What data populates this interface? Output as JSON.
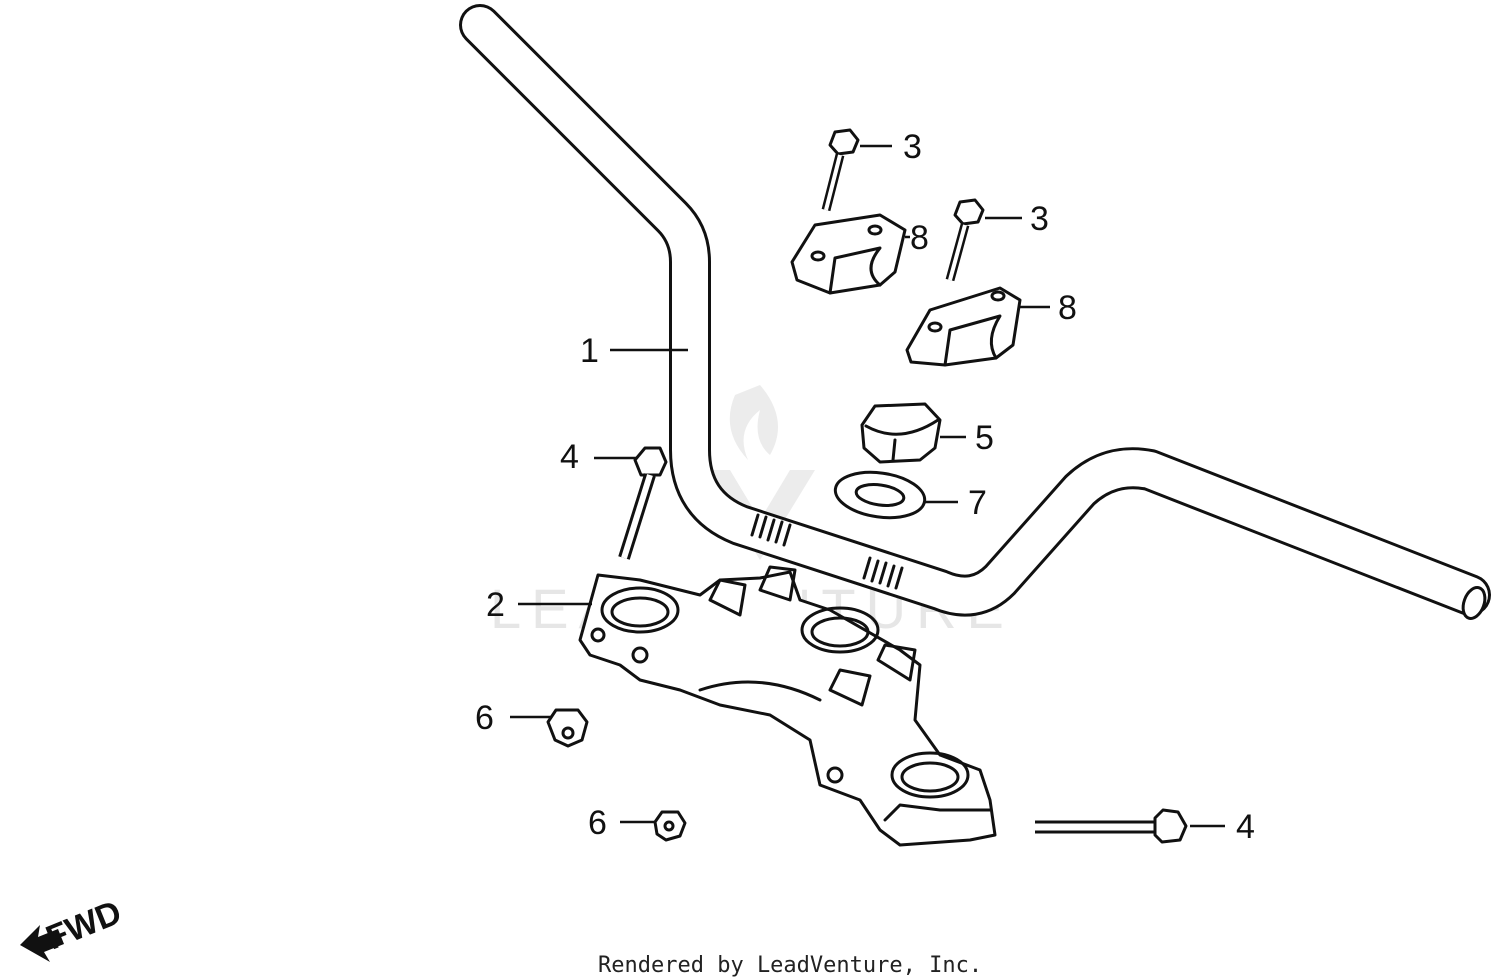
{
  "watermark": "LEADVENTURE",
  "credit": "Rendered by LeadVenture, Inc.",
  "direction_label": "FWD",
  "callouts": [
    {
      "id": "1",
      "part": "handlebar",
      "text": "1"
    },
    {
      "id": "2",
      "part": "upper-holder",
      "text": "2"
    },
    {
      "id": "3a",
      "part": "bolt",
      "text": "3"
    },
    {
      "id": "3b",
      "part": "bolt",
      "text": "3"
    },
    {
      "id": "4a",
      "part": "long-bolt",
      "text": "4"
    },
    {
      "id": "4b",
      "part": "long-bolt",
      "text": "4"
    },
    {
      "id": "5",
      "part": "stem-nut",
      "text": "5"
    },
    {
      "id": "6a",
      "part": "nut",
      "text": "6"
    },
    {
      "id": "6b",
      "part": "nut",
      "text": "6"
    },
    {
      "id": "7",
      "part": "washer",
      "text": "7"
    },
    {
      "id": "8a",
      "part": "holder-clamp",
      "text": "8"
    },
    {
      "id": "8b",
      "part": "holder-clamp",
      "text": "8"
    }
  ]
}
